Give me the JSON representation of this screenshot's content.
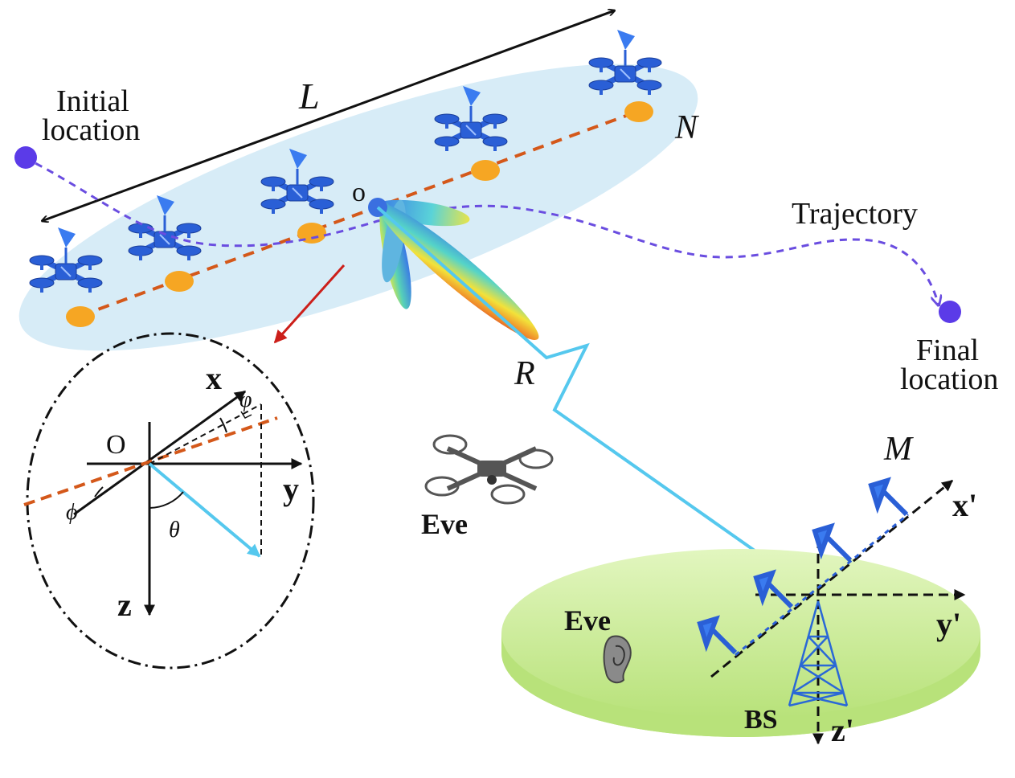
{
  "labels": {
    "length": "L",
    "count_uav": "N",
    "count_bs": "M",
    "distance": "R",
    "origin_top": "o",
    "origin_inset": "O",
    "initial_line1": "Initial",
    "initial_line2": "location",
    "final_line1": "Final",
    "final_line2": "location",
    "trajectory": "Trajectory",
    "eve_air": "Eve",
    "eve_ground": "Eve",
    "bs": "BS",
    "axis_x": "x",
    "axis_y": "y",
    "axis_z": "z",
    "axis_x_prime": "x'",
    "axis_y_prime": "y'",
    "axis_z_prime": "z'",
    "angle_phi_small": "φ",
    "angle_phi": "ϕ",
    "angle_theta": "θ"
  },
  "colors": {
    "uav_blue": "#2a5fd6",
    "ellipse_fill": "#d7ecf7",
    "element_orange": "#f6a623",
    "array_line": "#d4581a",
    "trajectory": "#6a4de0",
    "endpoint": "#5b3be8",
    "link_cyan": "#55c8ee",
    "ground_green": "#cdee9a",
    "pointer_red": "#cc1f1a"
  },
  "icons": [
    "uav-icon",
    "antenna-icon",
    "eavesdropper-drone-icon",
    "ear-icon",
    "tower-icon"
  ]
}
